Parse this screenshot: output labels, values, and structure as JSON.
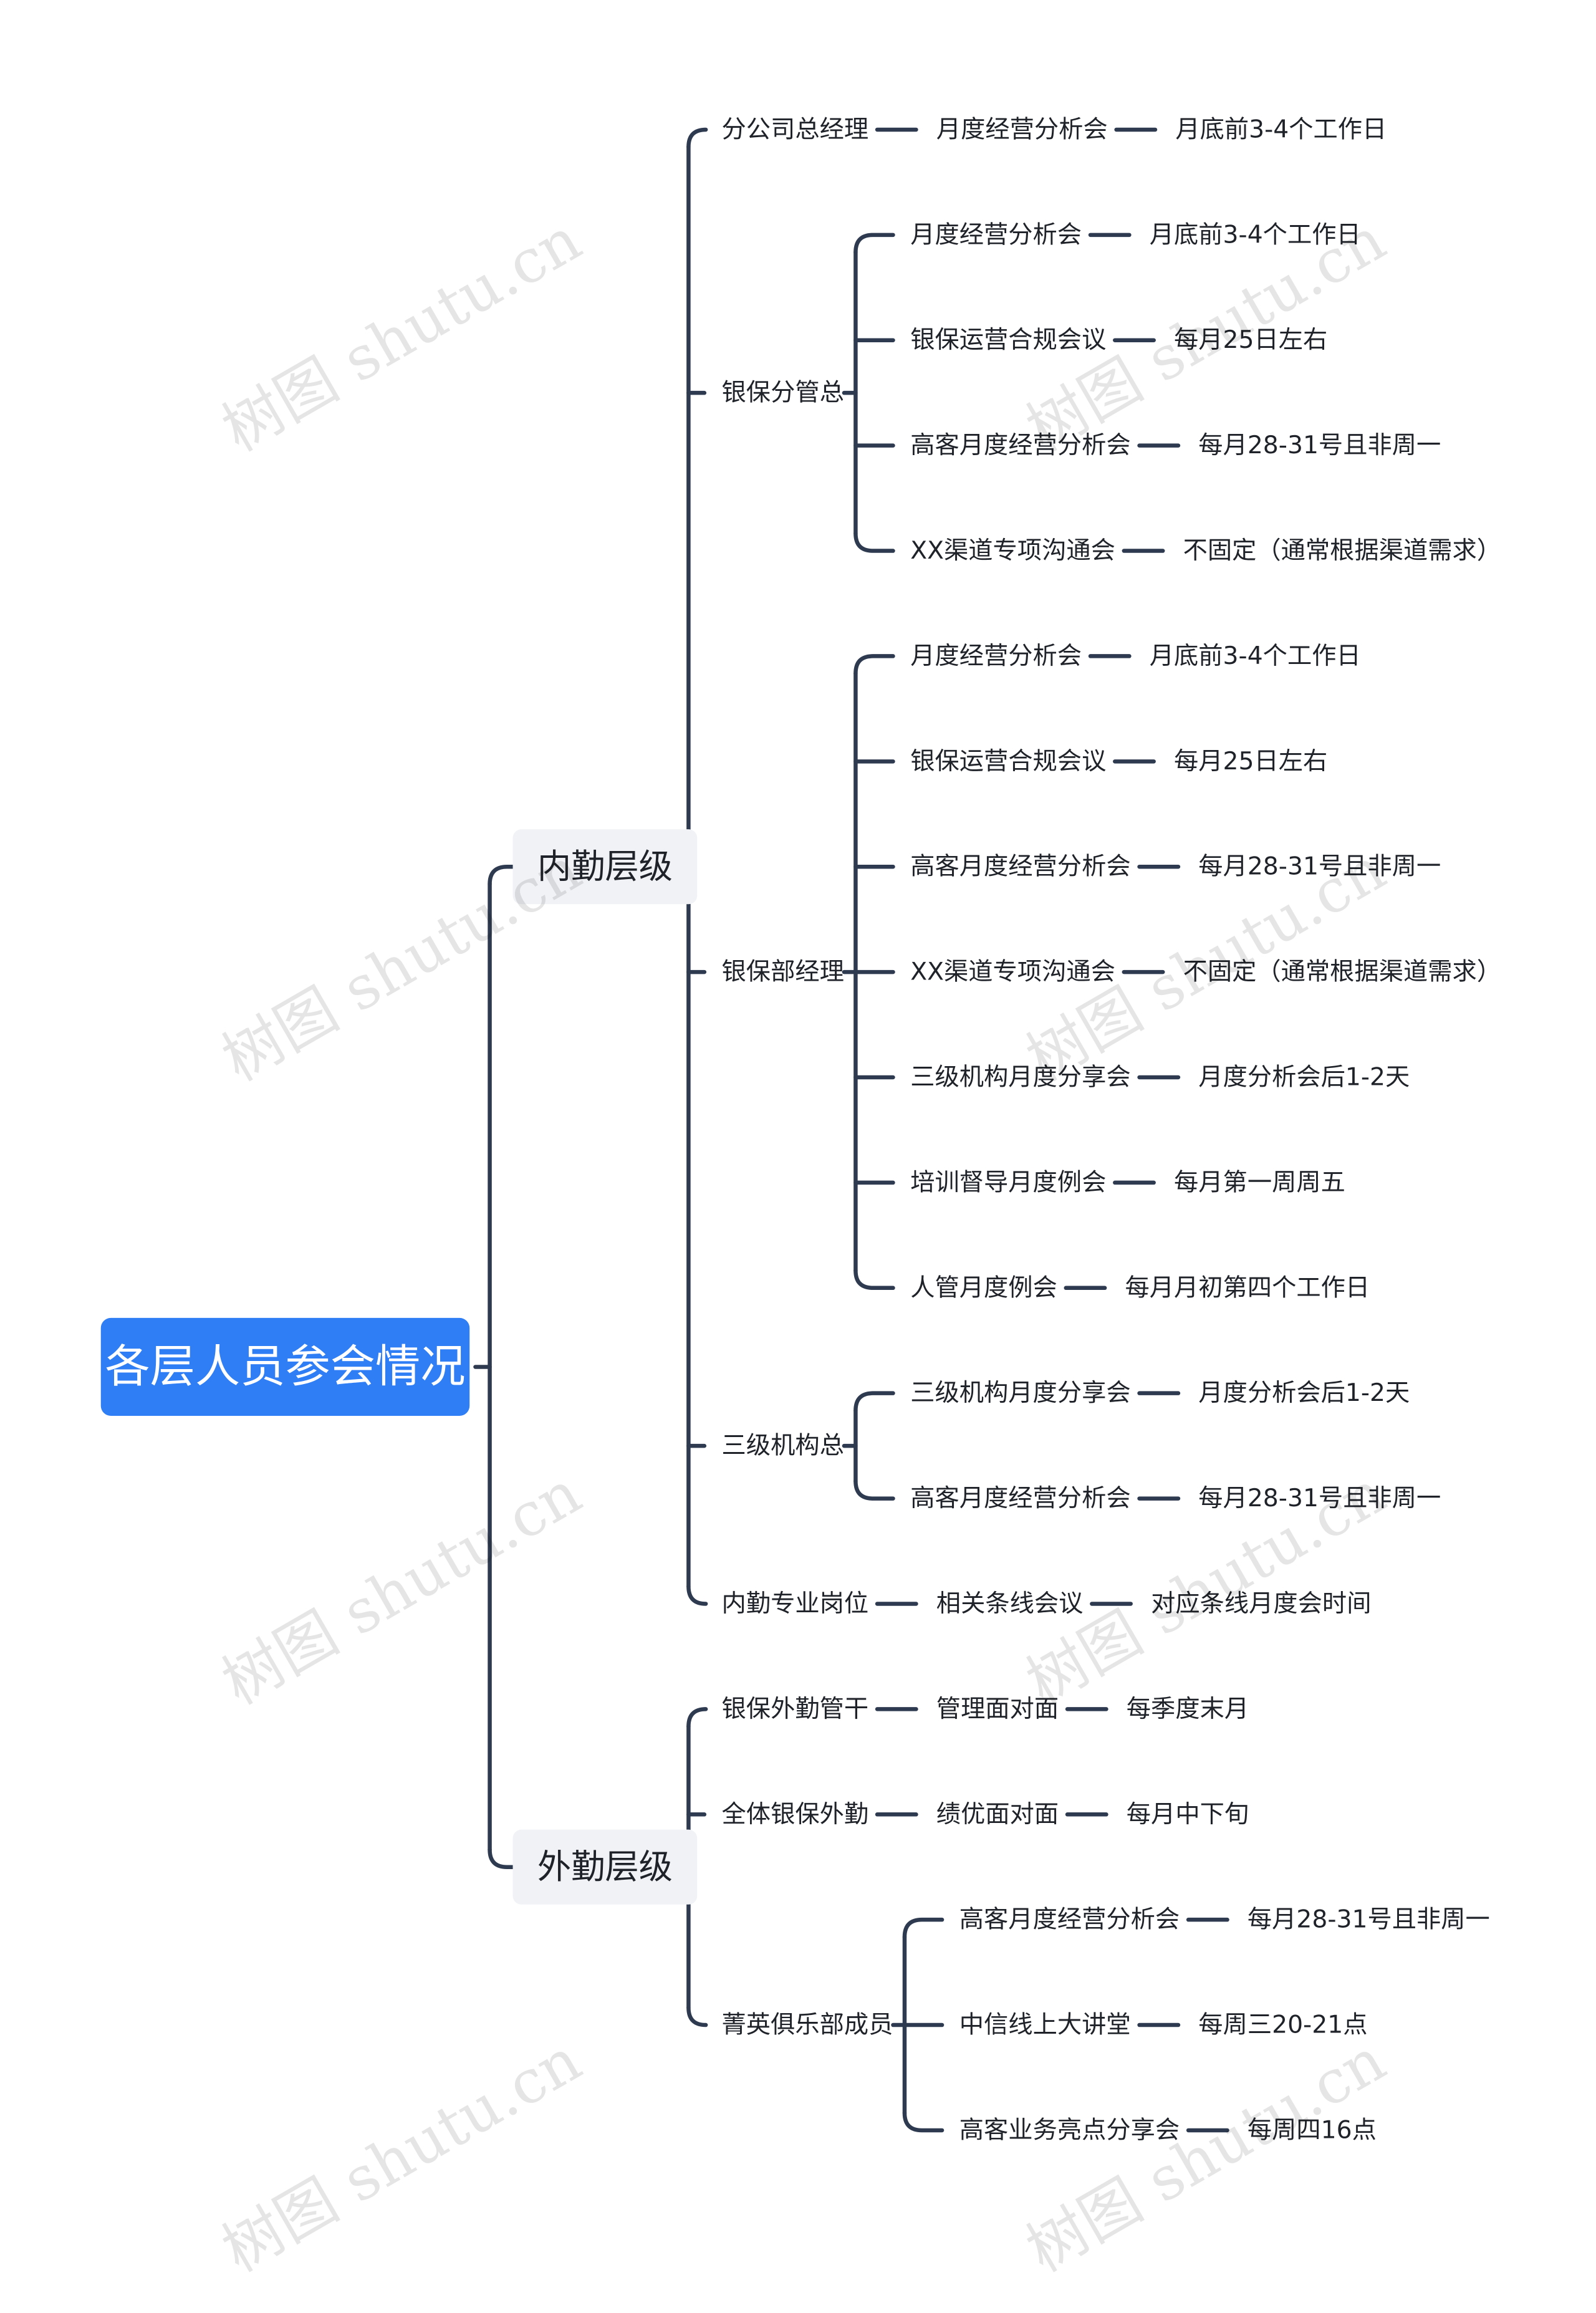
{
  "root": {
    "label": "各层人员参会情况",
    "children": [
      {
        "label": "内勤层级",
        "children": [
          {
            "label": "分公司总经理",
            "children": [
              {
                "label": "月度经营分析会",
                "children": [
                  {
                    "label": "月底前3-4个工作日"
                  }
                ]
              }
            ]
          },
          {
            "label": "银保分管总",
            "children": [
              {
                "label": "月度经营分析会",
                "children": [
                  {
                    "label": "月底前3-4个工作日"
                  }
                ]
              },
              {
                "label": "银保运营合规会议",
                "children": [
                  {
                    "label": "每月25日左右"
                  }
                ]
              },
              {
                "label": "高客月度经营分析会",
                "children": [
                  {
                    "label": "每月28-31号且非周一"
                  }
                ]
              },
              {
                "label": "XX渠道专项沟通会",
                "children": [
                  {
                    "label": "不固定（通常根据渠道需求）"
                  }
                ]
              }
            ]
          },
          {
            "label": "银保部经理",
            "children": [
              {
                "label": "月度经营分析会",
                "children": [
                  {
                    "label": "月底前3-4个工作日"
                  }
                ]
              },
              {
                "label": "银保运营合规会议",
                "children": [
                  {
                    "label": "每月25日左右"
                  }
                ]
              },
              {
                "label": "高客月度经营分析会",
                "children": [
                  {
                    "label": "每月28-31号且非周一"
                  }
                ]
              },
              {
                "label": "XX渠道专项沟通会",
                "children": [
                  {
                    "label": "不固定（通常根据渠道需求）"
                  }
                ]
              },
              {
                "label": "三级机构月度分享会",
                "children": [
                  {
                    "label": "月度分析会后1-2天"
                  }
                ]
              },
              {
                "label": "培训督导月度例会",
                "children": [
                  {
                    "label": "每月第一周周五"
                  }
                ]
              },
              {
                "label": "人管月度例会",
                "children": [
                  {
                    "label": "每月月初第四个工作日"
                  }
                ]
              }
            ]
          },
          {
            "label": "三级机构总",
            "children": [
              {
                "label": "三级机构月度分享会",
                "children": [
                  {
                    "label": "月度分析会后1-2天"
                  }
                ]
              },
              {
                "label": "高客月度经营分析会",
                "children": [
                  {
                    "label": "每月28-31号且非周一"
                  }
                ]
              }
            ]
          },
          {
            "label": "内勤专业岗位",
            "children": [
              {
                "label": "相关条线会议",
                "children": [
                  {
                    "label": "对应条线月度会时间"
                  }
                ]
              }
            ]
          }
        ]
      },
      {
        "label": "外勤层级",
        "children": [
          {
            "label": "银保外勤管干",
            "children": [
              {
                "label": "管理面对面",
                "children": [
                  {
                    "label": "每季度末月"
                  }
                ]
              }
            ]
          },
          {
            "label": "全体银保外勤",
            "children": [
              {
                "label": "绩优面对面",
                "children": [
                  {
                    "label": "每月中下旬"
                  }
                ]
              }
            ]
          },
          {
            "label": "菁英俱乐部成员",
            "children": [
              {
                "label": "高客月度经营分析会",
                "children": [
                  {
                    "label": "每月28-31号且非周一"
                  }
                ]
              },
              {
                "label": "中信线上大讲堂",
                "children": [
                  {
                    "label": "每周三20-21点"
                  }
                ]
              },
              {
                "label": "高客业务亮点分享会",
                "children": [
                  {
                    "label": "每周四16点"
                  }
                ]
              }
            ]
          }
        ]
      }
    ]
  },
  "watermark": "树图 shutu.cn",
  "colors": {
    "root_bg": "#2f7ef5",
    "root_text": "#ffffff",
    "level1_bg": "#f0f2f5",
    "line": "#2e3a4f",
    "text": "#1f2329"
  }
}
